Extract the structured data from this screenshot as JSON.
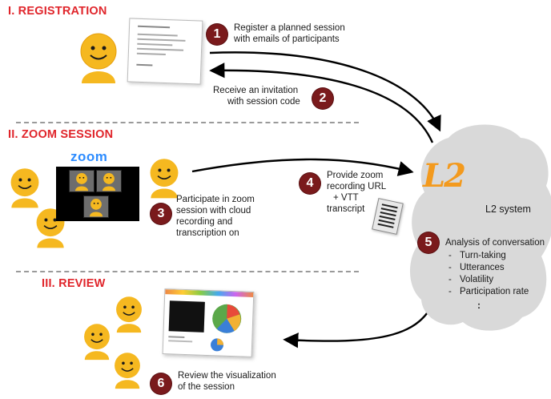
{
  "colors": {
    "section_title": "#e0252b",
    "step_badge": "#7a1a1c",
    "avatar": "#f5b820",
    "cloud": "#d9d9d9",
    "zoom_blue": "#2d8cff",
    "logo_orange": "#f39a1e"
  },
  "sections": {
    "registration": "I. REGISTRATION",
    "zoom_session": "II. ZOOM SESSION",
    "review": "III. REVIEW"
  },
  "steps": [
    {
      "number": "1",
      "text_lines": [
        "Register a planned session",
        "with emails of participants"
      ]
    },
    {
      "number": "2",
      "text_lines": [
        "Receive an invitation",
        "with session code"
      ]
    },
    {
      "number": "3",
      "text_lines": [
        "Participate in zoom",
        "session with cloud",
        "recording and",
        "transcription on"
      ]
    },
    {
      "number": "4",
      "text_lines": [
        "Provide zoom",
        "recording URL",
        "+ VTT",
        "transcript"
      ]
    },
    {
      "number": "5",
      "text_lines": [
        "Analysis of conversation"
      ]
    },
    {
      "number": "6",
      "text_lines": [
        "Review the visualization",
        "of the session"
      ]
    }
  ],
  "zoom_logo": "zoom",
  "l2": {
    "logo": "L2",
    "system_label": "L2 system",
    "analysis_items": [
      "Turn-taking",
      "Utterances",
      "Volatility",
      "Participation rate"
    ],
    "more": ":"
  },
  "icons": {
    "participant": "smiley-person-icon",
    "registration_form": "web-form-icon",
    "transcript": "document-icon",
    "dashboard": "visualization-dashboard-icon"
  }
}
